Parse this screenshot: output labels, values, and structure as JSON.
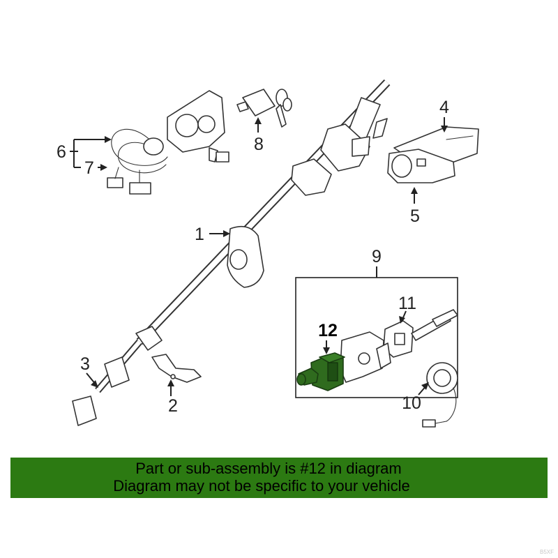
{
  "callouts": {
    "c1": "1",
    "c2": "2",
    "c3": "3",
    "c4": "4",
    "c5": "5",
    "c6": "6",
    "c7": "7",
    "c8": "8",
    "c9": "9",
    "c10": "10",
    "c11": "11",
    "c12": "12"
  },
  "banner": {
    "line1": "Part or sub-assembly is #12 in diagram",
    "line2": "Diagram may not be specific to your vehicle"
  },
  "watermark": "B5XF",
  "colors": {
    "highlight": "#2f6b1e",
    "banner": "#2c7a12"
  }
}
